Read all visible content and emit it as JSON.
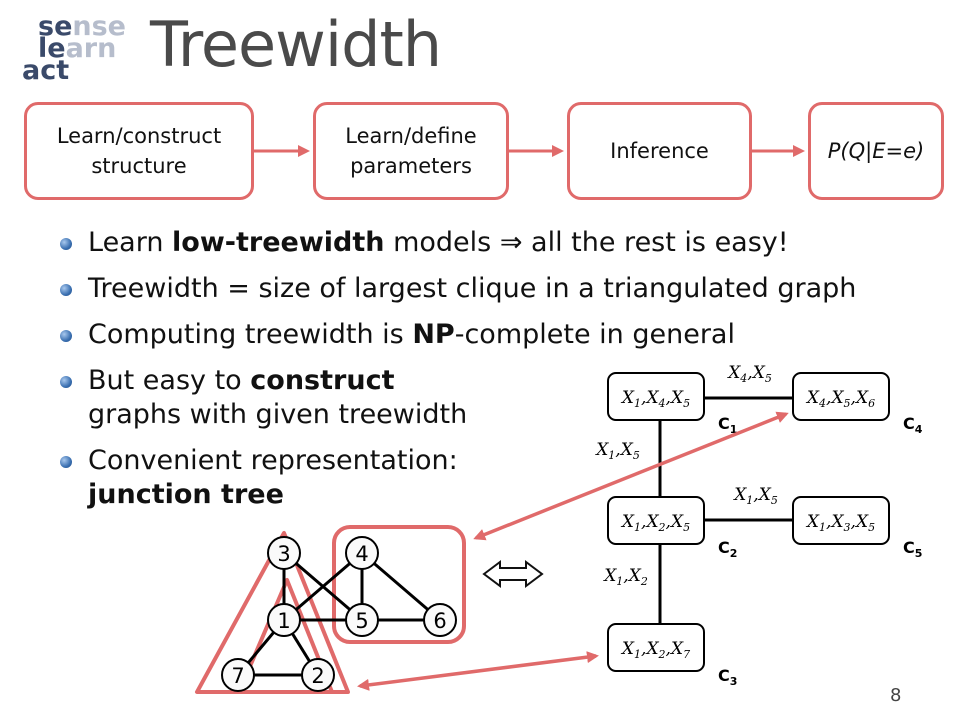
{
  "logo": {
    "row1": [
      "se",
      "nse"
    ],
    "row2": [
      "le",
      "arn"
    ],
    "row3": [
      "act",
      ""
    ]
  },
  "title": "Treewidth",
  "pipeline": [
    {
      "line1": "Learn/construct",
      "line2": "structure"
    },
    {
      "line1": "Learn/define",
      "line2": "parameters"
    },
    {
      "line1": "Inference",
      "line2": ""
    },
    {
      "line1": "P(Q|E=e)",
      "line2": ""
    }
  ],
  "bullets": [
    {
      "pre": "Learn ",
      "bold": "low-treewidth",
      "post": " models ",
      "symbol": "⇒",
      "post2": " all the rest is easy!"
    },
    {
      "text": "Treewidth = size of largest clique in a triangulated graph"
    },
    {
      "pre": "Computing treewidth is ",
      "bold": "NP",
      "post": "-complete in general"
    },
    {
      "line1_pre": "But easy to ",
      "line1_bold": "construct",
      "line2": "graphs with given treewidth"
    },
    {
      "line1": "Convenient representation:",
      "line2_bold": "junction tree"
    }
  ],
  "graph": {
    "nodes": [
      "3",
      "4",
      "1",
      "5",
      "6",
      "7",
      "2"
    ]
  },
  "junction_tree": {
    "cliques": [
      {
        "vars": [
          "1",
          "4",
          "5"
        ],
        "label": "C",
        "sub": "1"
      },
      {
        "vars": [
          "4",
          "5",
          "6"
        ],
        "label": "C",
        "sub": "4"
      },
      {
        "vars": [
          "1",
          "2",
          "5"
        ],
        "label": "C",
        "sub": "2"
      },
      {
        "vars": [
          "1",
          "3",
          "5"
        ],
        "label": "C",
        "sub": "5"
      },
      {
        "vars": [
          "1",
          "2",
          "7"
        ],
        "label": "C",
        "sub": "3"
      }
    ],
    "separators": [
      {
        "vars": [
          "4",
          "5"
        ]
      },
      {
        "vars": [
          "1",
          "5"
        ]
      },
      {
        "vars": [
          "1",
          "5"
        ]
      },
      {
        "vars": [
          "1",
          "2"
        ]
      }
    ],
    "var_letter": "X"
  },
  "page_number": "8",
  "colors": {
    "accent": "#e06a6a",
    "node_fill": "#fafafa",
    "title": "#4a4a4a",
    "bullet": "#3a6fb0"
  }
}
